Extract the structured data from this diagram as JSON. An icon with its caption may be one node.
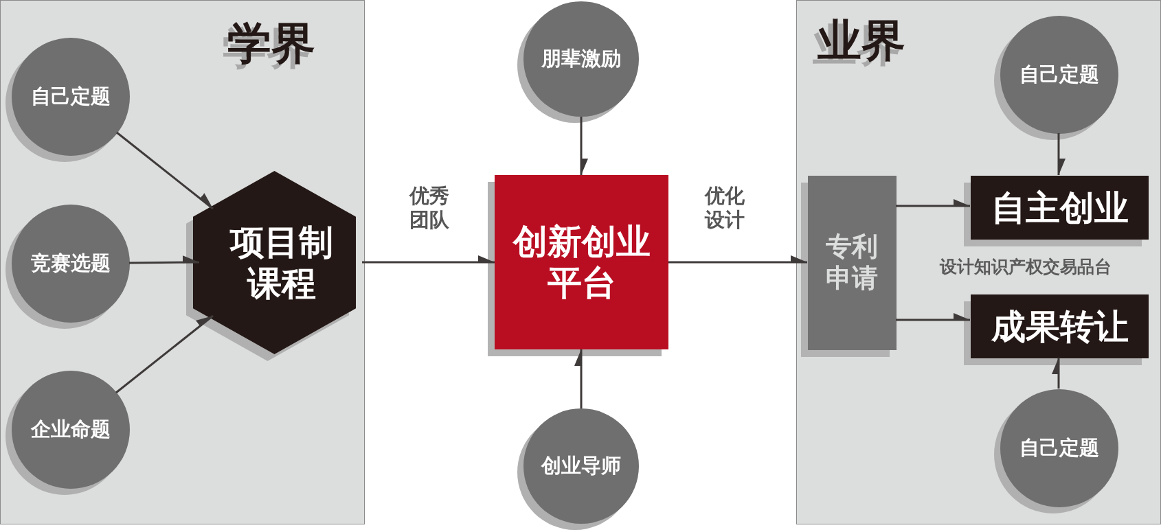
{
  "diagram": {
    "nodes": [
      {
        "text": [
          "学界"
        ]
      },
      {
        "text": [
          "自己定题"
        ],
        "in": 0
      },
      {
        "text": [
          "竞赛选题"
        ],
        "in": 0
      },
      {
        "text": [
          "企业命题"
        ],
        "in": 0
      },
      {
        "text": [
          "项目制课程"
        ],
        "in": 0
      },
      {
        "text": [
          "创新创业平台"
        ]
      },
      {
        "text": [
          "朋辈激励"
        ]
      },
      {
        "text": [
          "创业导师"
        ]
      },
      {
        "text": [
          "业界"
        ]
      },
      {
        "text": [
          "专利申请"
        ],
        "in": 8
      },
      {
        "text": [
          "自主创业"
        ],
        "in": 8
      },
      {
        "text": [
          "成果转让"
        ],
        "in": 8
      },
      {
        "text": [
          "自己定题"
        ],
        "in": 8
      },
      {
        "text": [
          "自己定题"
        ],
        "in": 8
      }
    ],
    "edges": [
      {
        "from": 1,
        "to": 4,
        "arrow": "to"
      },
      {
        "from": 2,
        "to": 4,
        "arrow": "to"
      },
      {
        "from": 3,
        "to": 4,
        "arrow": "to"
      },
      {
        "from": 4,
        "to": 5,
        "arrow": "to",
        "label": "优秀团队"
      },
      {
        "from": 6,
        "to": 5,
        "arrow": "to"
      },
      {
        "from": 7,
        "to": 5,
        "arrow": "to"
      },
      {
        "from": 5,
        "to": 9,
        "arrow": "to",
        "label": "优化设计"
      },
      {
        "from": 9,
        "to": 10,
        "arrow": "to"
      },
      {
        "from": 9,
        "to": 11,
        "arrow": "to"
      },
      {
        "from": 12,
        "to": 10,
        "arrow": "to"
      },
      {
        "from": 13,
        "to": 11,
        "arrow": "to"
      }
    ],
    "labels": [
      "设计知识产权交易品台"
    ]
  }
}
